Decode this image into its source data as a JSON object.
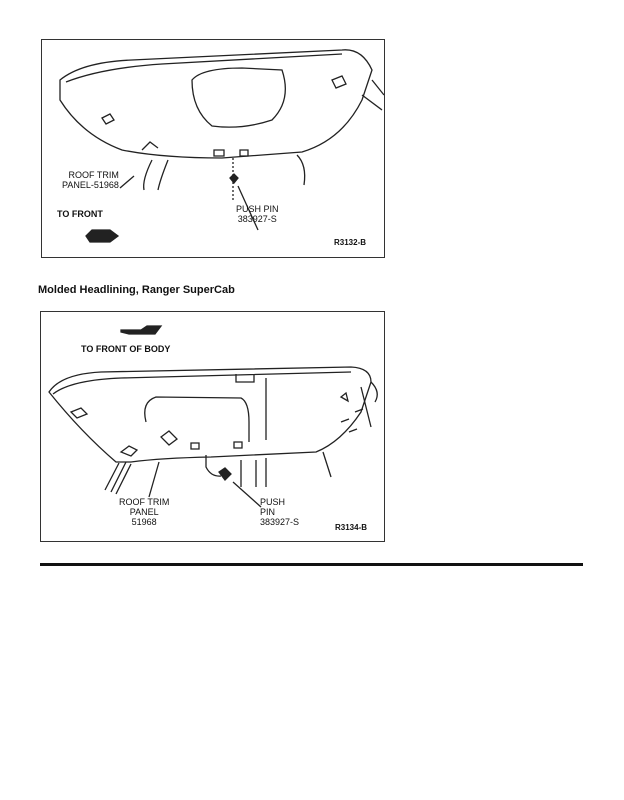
{
  "figure1": {
    "callout_part": [
      "ROOF TRIM",
      "PANEL-51968"
    ],
    "callout_pin": [
      "PUSH PIN",
      "383927-S"
    ],
    "direction": "TO FRONT",
    "figure_id": "R3132-B"
  },
  "caption": "Molded Headlining, Ranger SuperCab",
  "figure2": {
    "direction": "TO FRONT OF BODY",
    "callout_part": [
      "ROOF TRIM",
      "PANEL",
      "51968"
    ],
    "callout_pin": [
      "PUSH",
      "PIN",
      "383927-S"
    ],
    "figure_id": "R3134-B"
  }
}
